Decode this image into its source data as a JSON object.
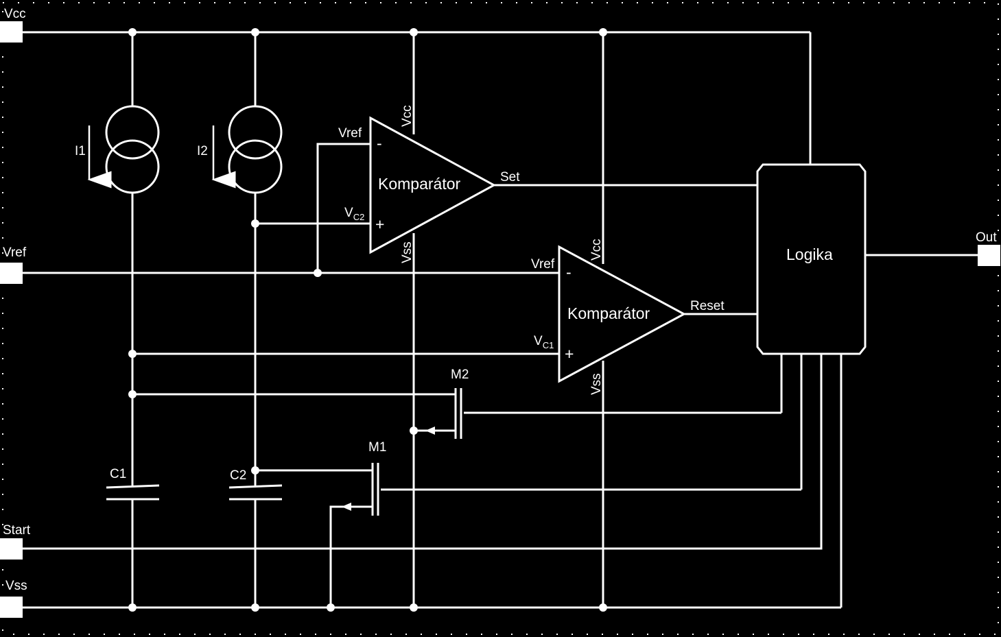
{
  "pins": {
    "vcc": "Vcc",
    "vref": "Vref",
    "start": "Start",
    "vss": "Vss",
    "out": "Out"
  },
  "sources": {
    "i1": "I1",
    "i2": "I2"
  },
  "capacitors": {
    "c1": "C1",
    "c2": "C2"
  },
  "transistors": {
    "m1": "M1",
    "m2": "M2"
  },
  "comparator_top": {
    "name": "Komparátor",
    "minus_sign": "-",
    "plus_sign": "+",
    "minus_label": "Vref",
    "plus_label_main": "V",
    "plus_label_sub": "C2",
    "supply_top": "Vcc",
    "supply_bottom": "Vss",
    "output_label": "Set"
  },
  "comparator_bottom": {
    "name": "Komparátor",
    "minus_sign": "-",
    "plus_sign": "+",
    "minus_label": "Vref",
    "plus_label_main": "V",
    "plus_label_sub": "C1",
    "supply_top": "Vcc",
    "supply_bottom": "Vss",
    "output_label": "Reset"
  },
  "logic": {
    "name": "Logika"
  },
  "colors": {
    "background": "#000000",
    "wire": "#ffffff"
  }
}
